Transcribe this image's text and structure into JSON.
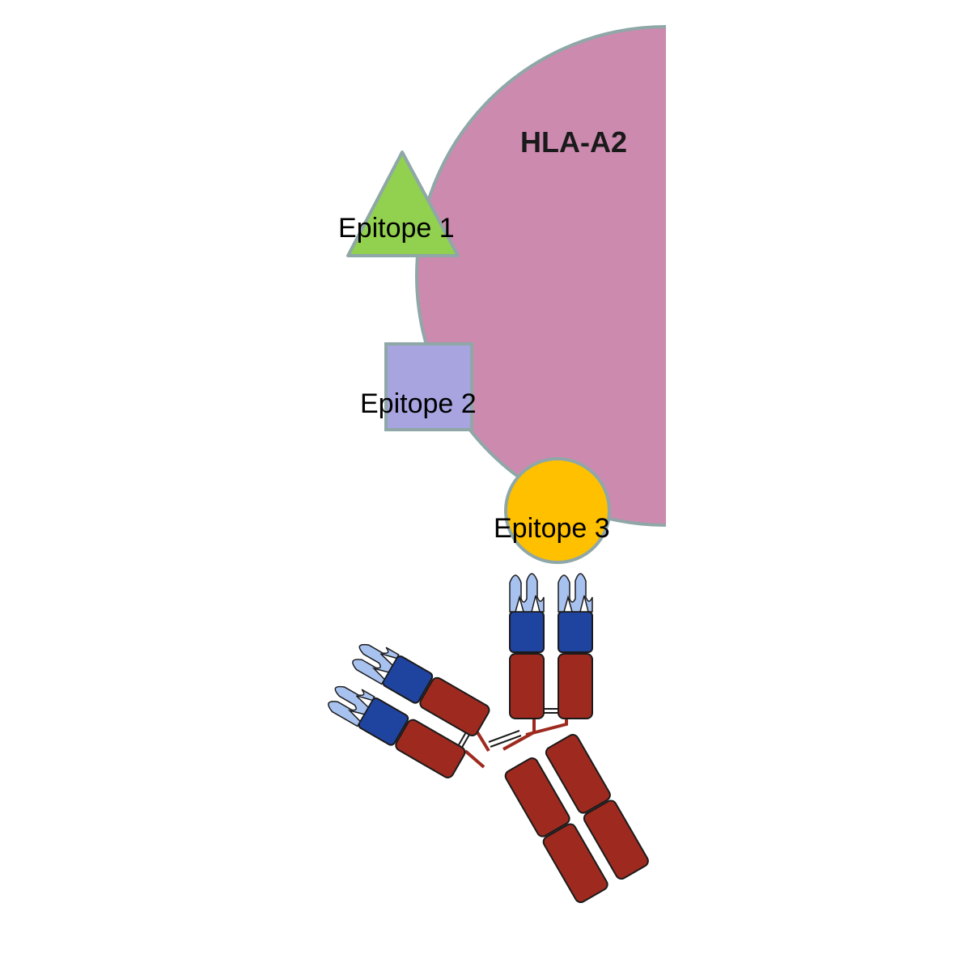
{
  "labels": {
    "hla": "HLA-A2",
    "epitope1": "Epitope 1",
    "epitope2": "Epitope 2",
    "epitope3": "Epitope 3"
  },
  "colors": {
    "hla": "#cd8aaf",
    "epitope1": "#92d050",
    "epitope2": "#a7a4e0",
    "epitope3": "#ffc000",
    "outline": "#8fa7a7",
    "antibody_constant": "#9e2a1f",
    "antibody_variable": "#1f44a0",
    "antibody_cdr": "#a8c2f0",
    "antibody_outline": "#1a1a1a"
  }
}
